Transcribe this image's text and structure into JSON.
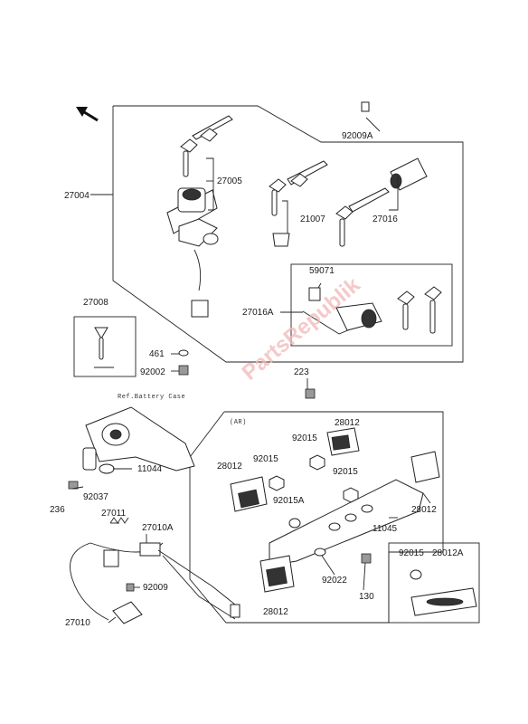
{
  "watermark": "PartsRepublik",
  "ref_note": "Ref.Battery Case",
  "tag_note": "(AR)",
  "parts": {
    "p92009A": "92009A",
    "p27004": "27004",
    "p27005": "27005",
    "p21007": "21007",
    "p27016": "27016",
    "p59071": "59071",
    "p27016A": "27016A",
    "p27008": "27008",
    "p461": "461",
    "p92002": "92002",
    "p223": "223",
    "p28012_top": "28012",
    "p92015_a": "92015",
    "p28012_left": "28012",
    "p92015_b": "92015",
    "p92015A": "92015A",
    "p11044": "11044",
    "p92037": "92037",
    "p236": "236",
    "p27011": "27011",
    "p27010A": "27010A",
    "p11045": "11045",
    "p28012_right": "28012",
    "p92009": "92009",
    "p92022": "92022",
    "p130": "130",
    "p92015_c": "92015",
    "p28012A": "28012A",
    "p28012_bottom": "28012",
    "p27010": "27010"
  }
}
